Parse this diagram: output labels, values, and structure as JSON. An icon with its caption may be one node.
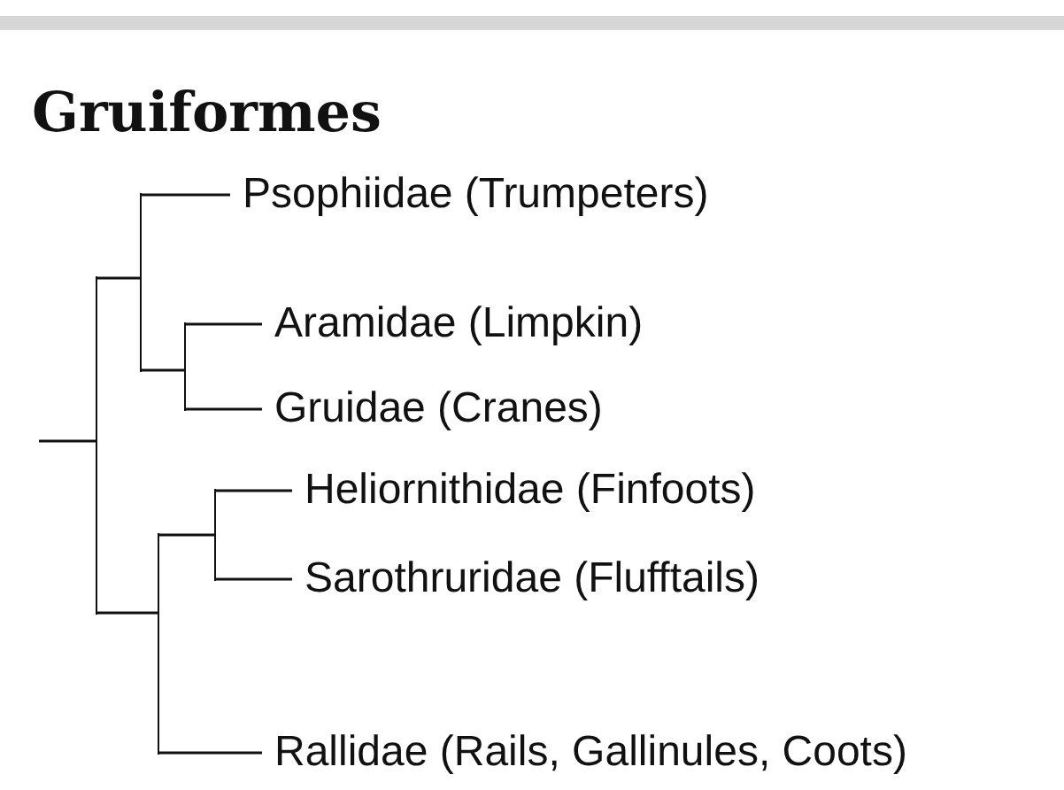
{
  "diagram": {
    "title": "Gruiformes",
    "nodes": [
      {
        "text": [
          "Psophiidae (Trumpeters)"
        ]
      },
      {
        "text": [
          "Aramidae (Limpkin)"
        ]
      },
      {
        "text": [
          "Gruidae (Cranes)"
        ]
      },
      {
        "text": [
          "Heliornithidae (Finfoots)"
        ]
      },
      {
        "text": [
          "Sarothruridae (Flufftails)"
        ]
      },
      {
        "text": [
          "Rallidae (Rails, Gallinules, Coots)"
        ]
      },
      {
        "text": [],
        "shape": "bar"
      },
      {
        "text": [],
        "shape": "bar"
      },
      {
        "text": [],
        "shape": "bar"
      },
      {
        "text": [],
        "shape": "bar"
      },
      {
        "text": [],
        "shape": "bar"
      }
    ],
    "edges": [
      {
        "from": null,
        "to": 6,
        "arrow": "none"
      },
      {
        "from": 6,
        "to": 7,
        "arrow": "none"
      },
      {
        "from": 6,
        "to": 9,
        "arrow": "none"
      },
      {
        "from": 7,
        "to": 0,
        "arrow": "none"
      },
      {
        "from": 7,
        "to": 8,
        "arrow": "none"
      },
      {
        "from": 8,
        "to": 1,
        "arrow": "none"
      },
      {
        "from": 8,
        "to": 2,
        "arrow": "none"
      },
      {
        "from": 9,
        "to": 10,
        "arrow": "none"
      },
      {
        "from": 9,
        "to": 5,
        "arrow": "none"
      },
      {
        "from": 10,
        "to": 3,
        "arrow": "none"
      },
      {
        "from": 10,
        "to": 4,
        "arrow": "none"
      }
    ]
  }
}
